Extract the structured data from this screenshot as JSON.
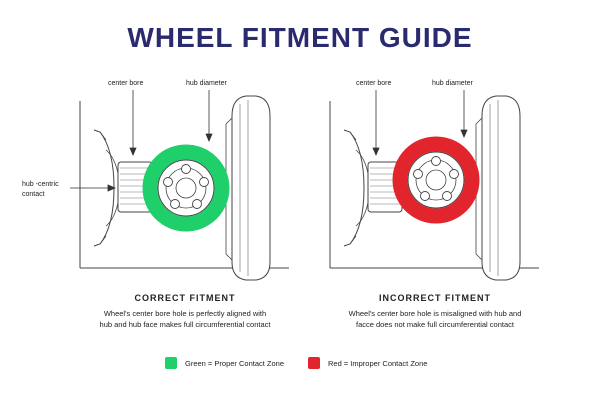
{
  "title": "WHEEL FITMENT GUIDE",
  "colors": {
    "title": "#2a2a6e",
    "correct_ring": "#1fd06a",
    "incorrect_ring": "#e2252c",
    "line": "#333333"
  },
  "left_panel": {
    "label_center_bore": "center bore",
    "label_hub_diameter": "hub diameter",
    "label_hub_centric": "hub -centric\ncontact",
    "caption_title": "CORRECT FITMENT",
    "caption_desc": "Wheel's center bore hole is perfectly aligned with\nhub and hub face makes full circumferential contact"
  },
  "right_panel": {
    "label_center_bore": "center bore",
    "label_hub_diameter": "hub diameter",
    "caption_title": "INCORRECT FITMENT",
    "caption_desc": "Wheel's center bore hole is misaligned with hub and\nfacce does not make full circumferential contact"
  },
  "legend": [
    {
      "color": "#1fd06a",
      "label": "Green = Proper Contact Zone"
    },
    {
      "color": "#e2252c",
      "label": "Red = Improper Contact Zone"
    }
  ]
}
